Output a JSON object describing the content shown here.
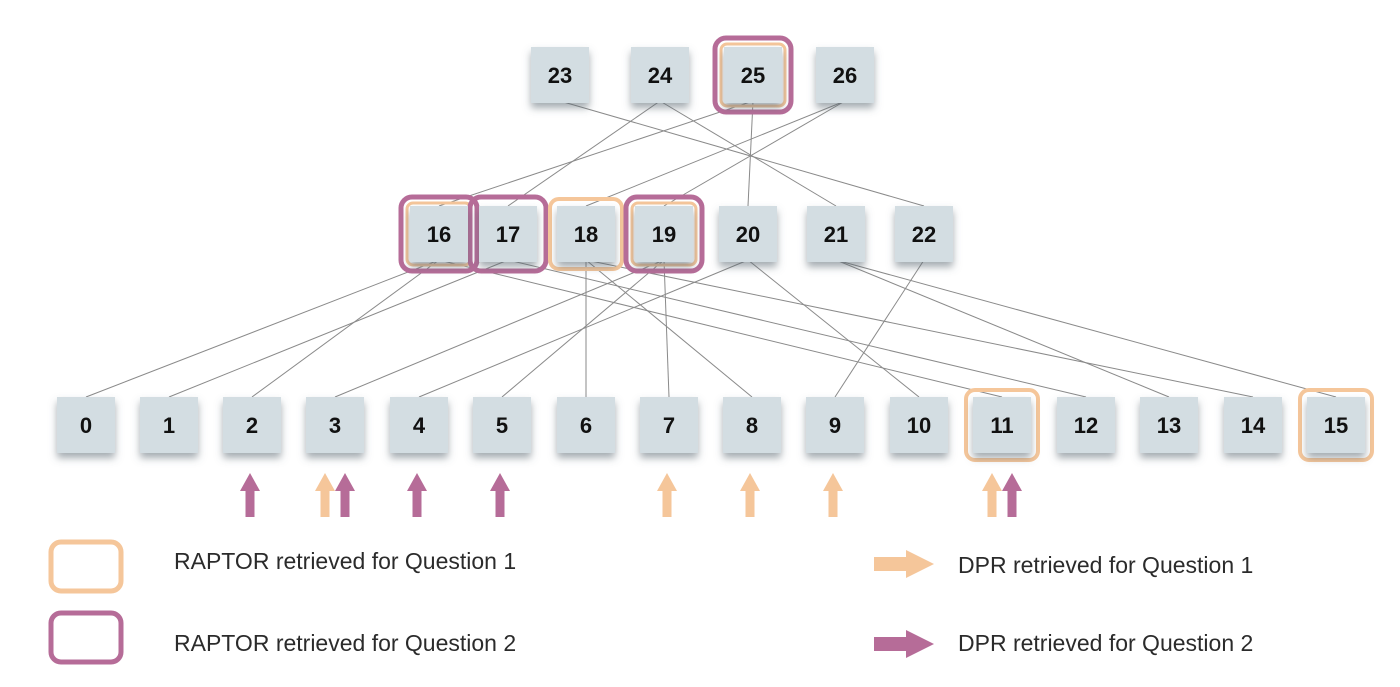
{
  "colors": {
    "node_fill": "#d3dde2",
    "edge": "#8a8a8a",
    "question1": "#f5c69a",
    "question2": "#b66c98"
  },
  "tree": {
    "layers": [
      {
        "name": "root-layer",
        "node_ids": [
          "23",
          "24",
          "25",
          "26"
        ]
      },
      {
        "name": "middle-layer",
        "node_ids": [
          "16",
          "17",
          "18",
          "19",
          "20",
          "21",
          "22"
        ]
      },
      {
        "name": "leaf-layer",
        "node_ids": [
          "0",
          "1",
          "2",
          "3",
          "4",
          "5",
          "6",
          "7",
          "8",
          "9",
          "10",
          "11",
          "12",
          "13",
          "14",
          "15"
        ]
      }
    ],
    "edges": [
      [
        "23",
        "22"
      ],
      [
        "24",
        "17"
      ],
      [
        "24",
        "21"
      ],
      [
        "25",
        "20"
      ],
      [
        "25",
        "16"
      ],
      [
        "26",
        "18"
      ],
      [
        "26",
        "19"
      ],
      [
        "16",
        "0"
      ],
      [
        "16",
        "2"
      ],
      [
        "16",
        "11"
      ],
      [
        "17",
        "1"
      ],
      [
        "17",
        "12"
      ],
      [
        "18",
        "6"
      ],
      [
        "18",
        "8"
      ],
      [
        "18",
        "14"
      ],
      [
        "19",
        "3"
      ],
      [
        "19",
        "5"
      ],
      [
        "19",
        "7"
      ],
      [
        "20",
        "4"
      ],
      [
        "20",
        "10"
      ],
      [
        "21",
        "13"
      ],
      [
        "21",
        "15"
      ],
      [
        "22",
        "9"
      ]
    ],
    "raptor_retrieved": {
      "question1": [
        "18",
        "25",
        "19",
        "16",
        "11",
        "15"
      ],
      "question2": [
        "25",
        "16",
        "17",
        "19"
      ]
    },
    "dpr_retrieved": {
      "question1": [
        "3",
        "7",
        "8",
        "9",
        "11"
      ],
      "question2": [
        "2",
        "3",
        "4",
        "5",
        "11"
      ]
    }
  },
  "legend": {
    "raptor_q1": "RAPTOR retrieved for Question 1",
    "raptor_q2": "RAPTOR retrieved for Question 2",
    "dpr_q1": "DPR retrieved for Question 1",
    "dpr_q2": "DPR retrieved for Question 2"
  }
}
